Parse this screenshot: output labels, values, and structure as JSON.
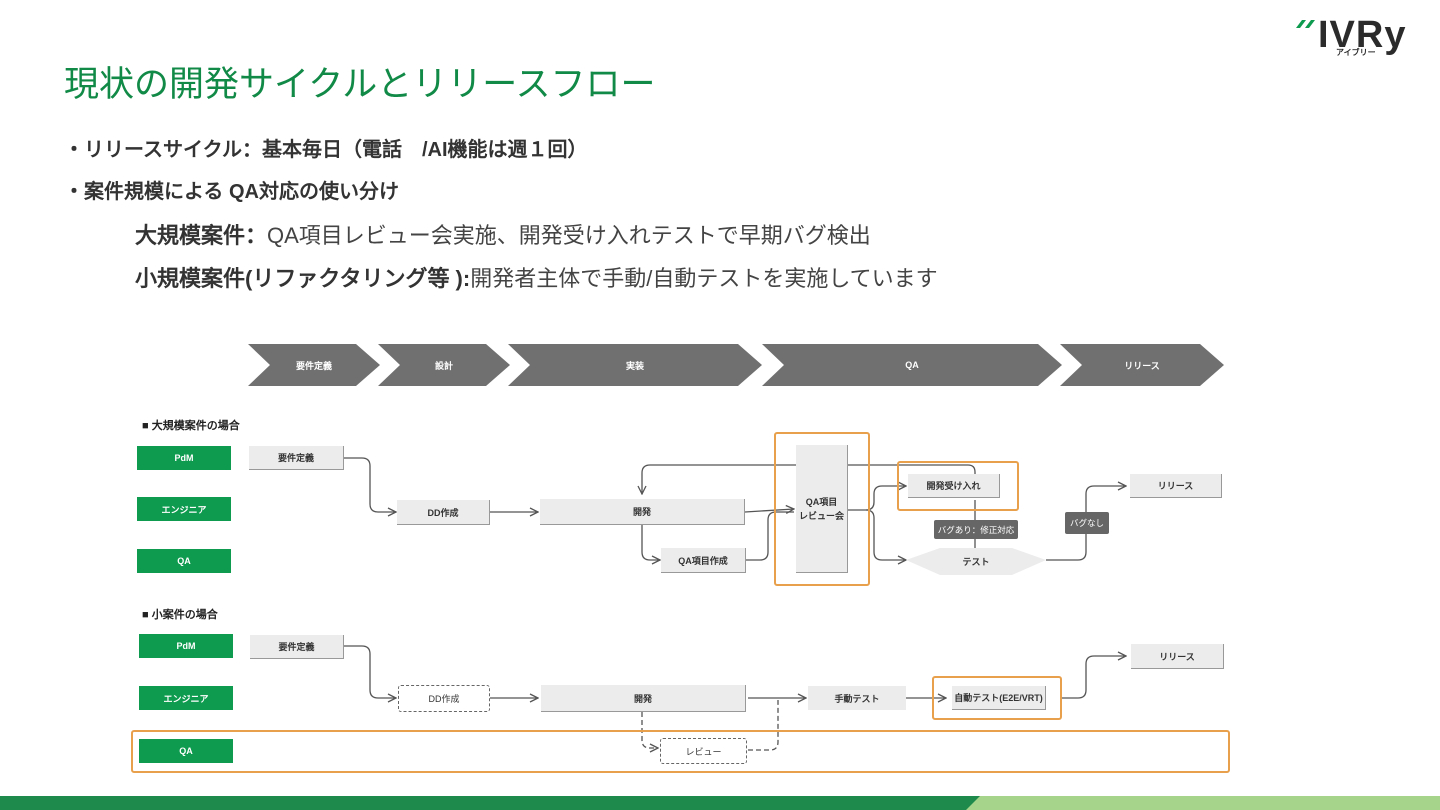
{
  "header": {
    "title": "現状の開発サイクルとリリースフロー",
    "logo": "IVRy",
    "logo_sub": "アイブリー"
  },
  "bullets": [
    "・リリースサイクル：基本毎日（電話　/AI機能は週１回）",
    "・案件規模による QA対応の使い分け"
  ],
  "subitems": [
    {
      "label": "大規模案件：",
      "text": "QA項目レビュー会実施、開発受け入れテストで早期バグ検出"
    },
    {
      "label": "小規模案件(リファクタリング等 ):",
      "text": "開発者主体で手動/自動テストを実施しています"
    }
  ],
  "phases": [
    "要件定義",
    "設計",
    "実装",
    "QA",
    "リリース"
  ],
  "large": {
    "section_label": "■ 大規模案件の場合",
    "roles": [
      "PdM",
      "エンジニア",
      "QA"
    ],
    "steps": {
      "req": "要件定義",
      "dd": "DD作成",
      "dev": "開発",
      "qa_item": "QA項目作成",
      "review_line1": "QA項目",
      "review_line2": "レビュー会",
      "accept": "開発受け入れ",
      "test": "テスト",
      "bug_fix": "バグあり：修正対応",
      "no_bug": "バグなし",
      "release": "リリース"
    }
  },
  "small": {
    "section_label": "■ 小案件の場合",
    "roles": [
      "PdM",
      "エンジニア",
      "QA"
    ],
    "steps": {
      "req": "要件定義",
      "dd": "DD作成",
      "dev": "開発",
      "manual": "手動テスト",
      "auto": "自動テスト(E2E/VRT)",
      "review": "レビュー",
      "release": "リリース"
    }
  },
  "colors": {
    "brand_green": "#128a47",
    "role_green": "#0e9a4f",
    "highlight_orange": "#e8a04c",
    "phase_gray": "#707070"
  }
}
